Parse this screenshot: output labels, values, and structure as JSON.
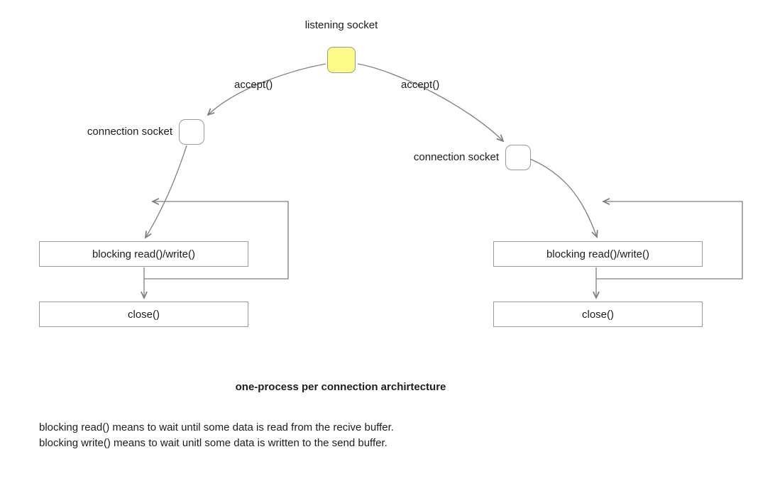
{
  "diagram": {
    "title": "one-process per connection archirtecture",
    "listening_socket_label": "listening socket",
    "accept_left_label": "accept()",
    "accept_right_label": "accept()",
    "connection_socket_left_label": "connection socket",
    "connection_socket_right_label": "connection socket",
    "blocking_left_label": "blocking read()/write()",
    "blocking_right_label": "blocking read()/write()",
    "close_left_label": "close()",
    "close_right_label": "close()",
    "notes": [
      "blocking read() means to wait until some data is read from the recive buffer.",
      "blocking write() means to wait unitl some data is written to the send buffer."
    ],
    "colors": {
      "listening_socket_fill": "#fbfb8a",
      "node_border": "#999999",
      "box_border": "#999999",
      "line": "#7f7f7f",
      "text": "#1c1c1c"
    }
  }
}
